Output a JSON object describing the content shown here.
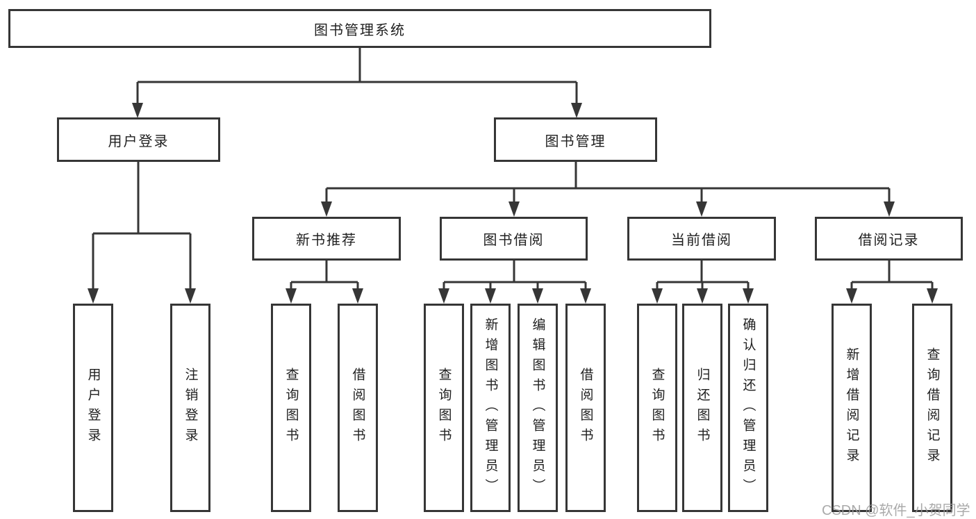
{
  "tree": {
    "root": {
      "label": "图书管理系统"
    },
    "user_login": {
      "label": "用户登录",
      "children": [
        {
          "label": "用户登录"
        },
        {
          "label": "注销登录"
        }
      ]
    },
    "book_management": {
      "label": "图书管理",
      "children": [
        {
          "label": "新书推荐",
          "children": [
            {
              "label": "查询图书"
            },
            {
              "label": "借阅图书"
            }
          ]
        },
        {
          "label": "图书借阅",
          "children": [
            {
              "label": "查询图书"
            },
            {
              "label": "新增图书（管理员）"
            },
            {
              "label": "编辑图书（管理员）"
            },
            {
              "label": "借阅图书"
            }
          ]
        },
        {
          "label": "当前借阅",
          "children": [
            {
              "label": "查询图书"
            },
            {
              "label": "归还图书"
            },
            {
              "label": "确认归还（管理员）"
            }
          ]
        },
        {
          "label": "借阅记录",
          "children": [
            {
              "label": "新增借阅记录"
            },
            {
              "label": "查询借阅记录"
            }
          ]
        }
      ]
    }
  },
  "watermark": {
    "text": "CSDN @软件_小贺同学"
  },
  "colors": {
    "line": "#363636",
    "box_border": "#363636",
    "text": "#1f1f1f",
    "background": "#ffffff",
    "watermark": "#9b9b9b"
  }
}
